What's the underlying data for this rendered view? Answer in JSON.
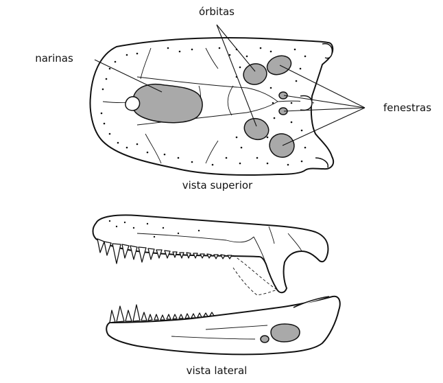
{
  "labels": {
    "orbitas": "órbitas",
    "narinas": "narinas",
    "fenestras": "fenestras",
    "vista_superior": "vista superior",
    "vista_lateral": "vista lateral"
  },
  "colors": {
    "opening_fill": "#a9a9a9",
    "line": "#111111",
    "background": "#ffffff"
  }
}
